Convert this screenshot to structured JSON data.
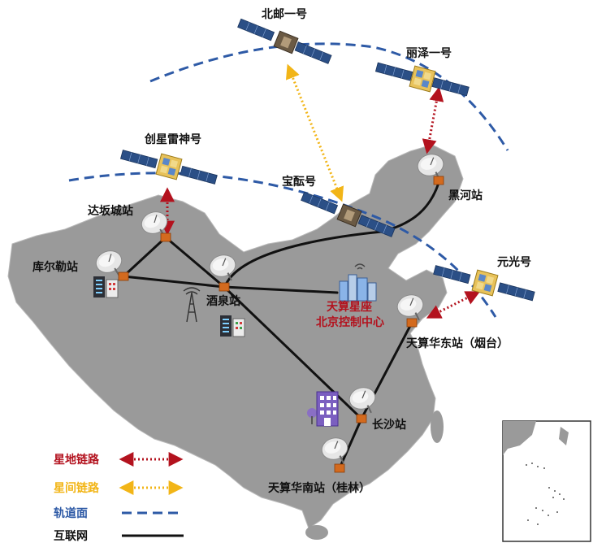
{
  "satellites": {
    "beiyou": "北邮一号",
    "lize": "丽泽一号",
    "chuangxing": "创星雷神号",
    "baoyun": "宝酝号",
    "yuanguang": "元光号"
  },
  "stations": {
    "dabancheng": "达坂城站",
    "kuerle": "库尔勒站",
    "jiuquan": "酒泉站",
    "heihe": "黑河站",
    "control_line1": "天算星座",
    "control_line2": "北京控制中心",
    "huadong": "天算华东站（烟台）",
    "changsha": "长沙站",
    "huanan": "天算华南站（桂林）"
  },
  "legend": {
    "satellite_ground_link": "星地链路",
    "inter_satellite_link": "星间链路",
    "orbit_plane": "轨道面",
    "internet": "互联网"
  },
  "colors": {
    "map_fill": "#9a9a9a",
    "sat_ground": "#b3121e",
    "inter_sat": "#f2b517",
    "orbit": "#2e5aa6",
    "internet": "#111111",
    "control_text": "#b3121e"
  }
}
